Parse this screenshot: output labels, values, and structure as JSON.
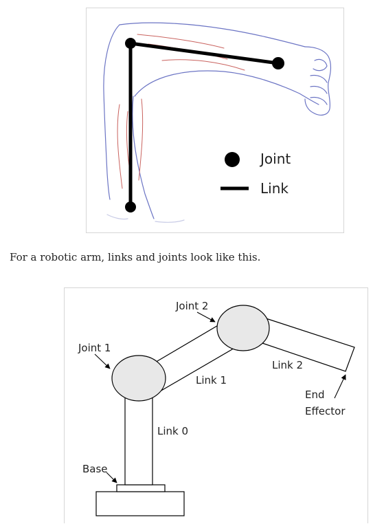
{
  "arm_figure": {
    "legend": {
      "joint_label": "Joint",
      "link_label": "Link"
    }
  },
  "caption": "For a robotic arm, links and joints look like this.",
  "robot_figure": {
    "labels": {
      "joint1": "Joint 1",
      "joint2": "Joint 2",
      "link0": "Link 0",
      "link1": "Link 1",
      "link2": "Link 2",
      "base": "Base",
      "end_effector_line1": "End",
      "end_effector_line2": "Effector"
    }
  },
  "colors": {
    "outline_blue": "#6b74c4",
    "muscle_red": "#c9625e",
    "ink": "#000000",
    "joint_fill": "#e8e8e8",
    "text": "#222222"
  }
}
